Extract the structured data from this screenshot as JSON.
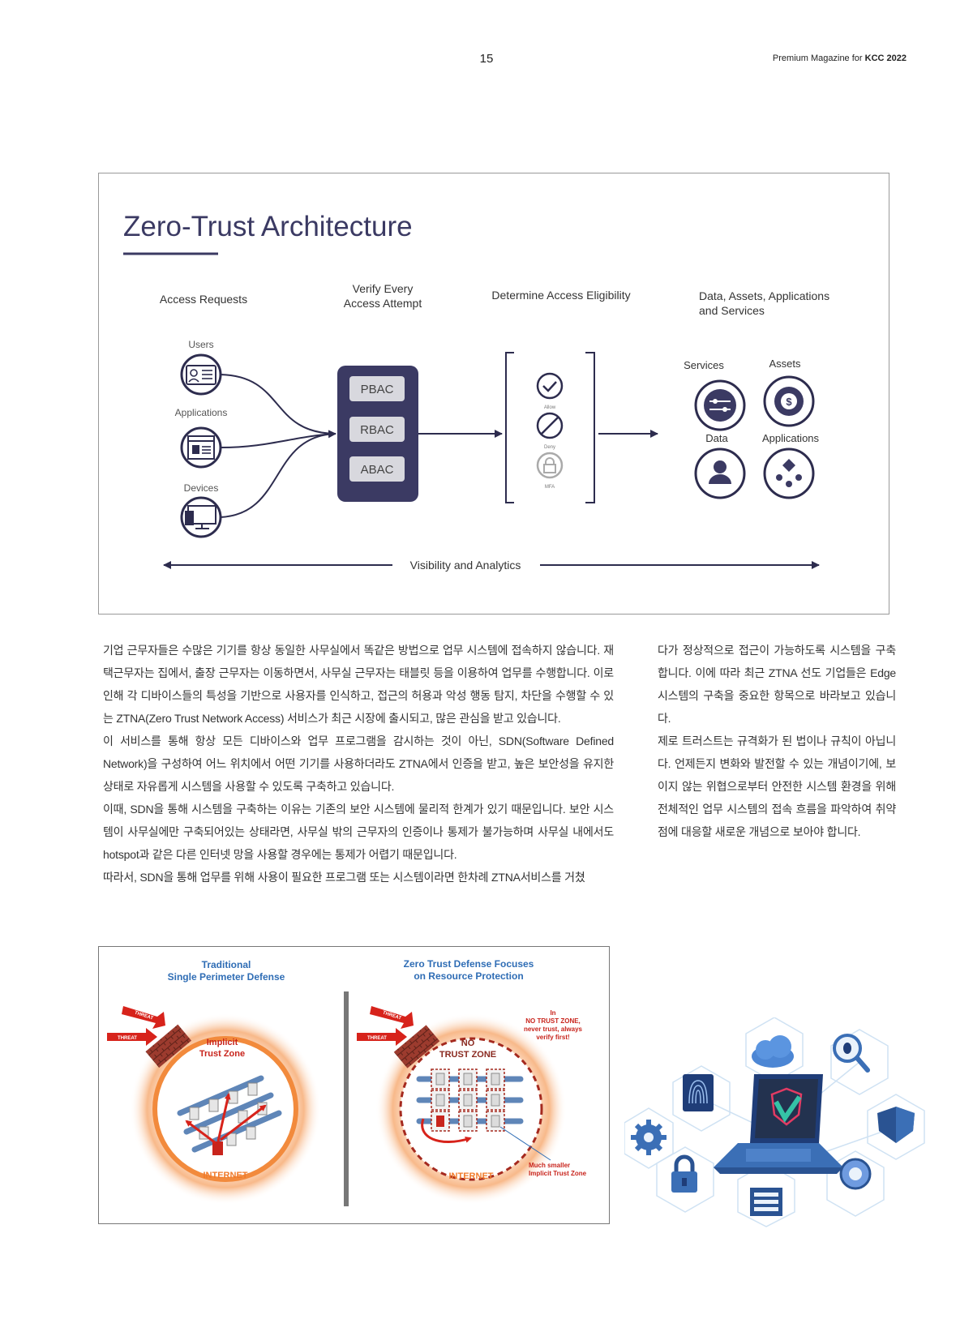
{
  "header": {
    "page_number": "15",
    "magazine_prefix": "Premium Magazine for ",
    "magazine_bold": "KCC 2022"
  },
  "figure1": {
    "title": "Zero-Trust Architecture",
    "col1_header": "Access Requests",
    "col2_header_line1": "Verify Every",
    "col2_header_line2": "Access Attempt",
    "col3_header": "Determine Access Eligibility",
    "col4_header_line1": "Data, Assets, Applications",
    "col4_header_line2": "and Services",
    "sources": [
      "Users",
      "Applications",
      "Devices"
    ],
    "policies": [
      "PBAC",
      "RBAC",
      "ABAC"
    ],
    "decisions": [
      "Allow",
      "Deny",
      "MFA"
    ],
    "resources": [
      "Services",
      "Assets",
      "Data",
      "Applications"
    ],
    "footer": "Visibility and Analytics",
    "colors": {
      "navy": "#3b3a63",
      "ink": "#2d2c4e",
      "gray": "#cfcfd6"
    }
  },
  "paragraphs_left": [
    "기업 근무자들은 수많은 기기를 항상 동일한 사무실에서 똑같은 방법으로 업무 시스템에 접속하지 않습니다. 재택근무자는 집에서, 출장 근무자는 이동하면서, 사무실 근무자는 태블릿 등을 이용하여 업무를 수행합니다. 이로 인해 각 디바이스들의 특성을 기반으로 사용자를 인식하고, 접근의 허용과 악성 행동 탐지, 차단을 수행할 수 있는 ZTNA(Zero Trust Network Access) 서비스가 최근 시장에 출시되고, 많은 관심을 받고 있습니다.",
    "이 서비스를 통해 항상 모든 디바이스와 업무 프로그램을 감시하는 것이 아닌, SDN(Software Defined Network)을 구성하여 어느 위치에서 어떤 기기를 사용하더라도 ZTNA에서 인증을 받고, 높은 보안성을 유지한 상태로 자유롭게 시스템을 사용할 수 있도록 구축하고 있습니다.",
    "이때, SDN을 통해 시스템을 구축하는 이유는 기존의 보안 시스템에 물리적 한계가 있기 때문입니다. 보안 시스템이 사무실에만 구축되어있는 상태라면, 사무실 밖의 근무자의 인증이나 통제가 불가능하며 사무실 내에서도 hotspot과 같은 다른 인터넷 망을 사용할 경우에는 통제가 어렵기 때문입니다.",
    "따라서, SDN을 통해 업무를 위해 사용이 필요한 프로그램 또는 시스템이라면 한차례 ZTNA서비스를 거쳤"
  ],
  "paragraphs_right": [
    "다가 정상적으로 접근이 가능하도록 시스템을 구축합니다. 이에 따라 최근 ZTNA 선도 기업들은 Edge 시스템의 구축을 중요한 항목으로 바라보고 있습니다.",
    "제로 트러스트는 규격화가 된 법이나 규칙이 아닙니다. 언제든지 변화와 발전할 수 있는 개념이기에, 보이지 않는 위협으로부터 안전한 시스템 환경을 위해 전체적인 업무 시스템의 접속 흐름을 파악하여 취약점에 대응할 새로운 개념으로 보아야 합니다."
  ],
  "figure2": {
    "left_title_line1": "Traditional",
    "left_title_line2": "Single Perimeter Defense",
    "right_title_line1": "Zero Trust Defense Focuses",
    "right_title_line2": "on Resource Protection",
    "threat_label": "THREAT",
    "implicit_line1": "Implicit",
    "implicit_line2": "Trust Zone",
    "no_trust_line1": "NO",
    "no_trust_line2": "TRUST ZONE",
    "internet_label": "INTERNET",
    "callout_line1": "In",
    "callout_line2": "NO TRUST ZONE,",
    "callout_line3": "never trust, always",
    "callout_line4": "verify first!",
    "smaller_line1": "Much smaller",
    "smaller_line2": "Implicit Trust Zone",
    "colors": {
      "title_blue": "#2f6db5",
      "red": "#c8241c",
      "orange": "#f28a3c"
    }
  },
  "figure3": {
    "icons": [
      "cloud-icon",
      "bug-magnifier-icon",
      "shield-icon",
      "dial-lock-icon",
      "server-icon",
      "padlock-icon",
      "gear-icon",
      "fingerprint-icon",
      "laptop-icon"
    ]
  }
}
